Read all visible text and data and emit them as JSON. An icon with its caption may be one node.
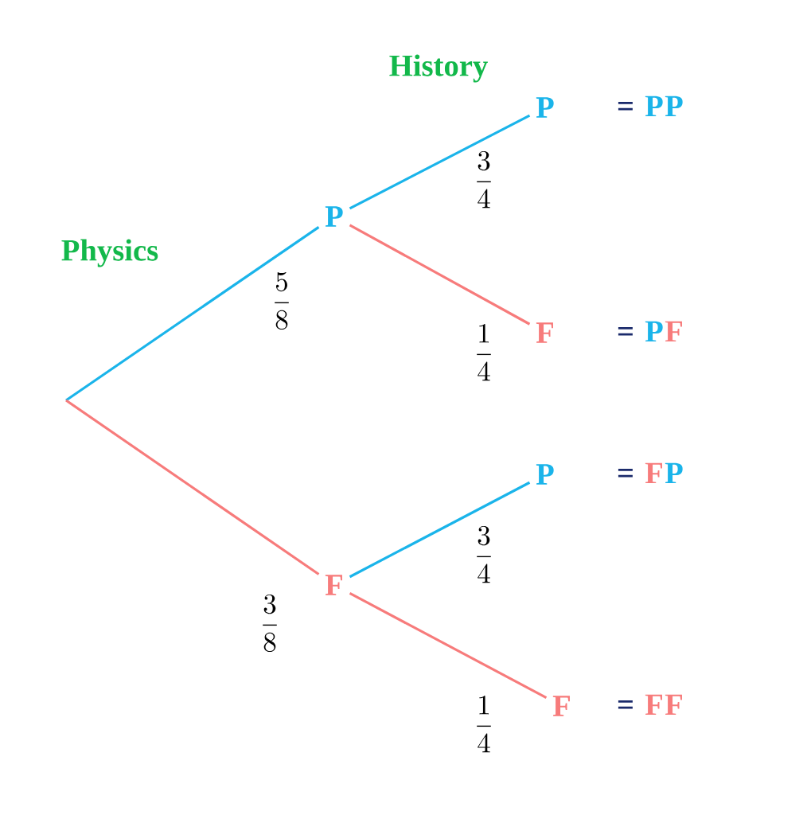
{
  "diagram": {
    "nodes": [
      {
        "text": [
          "P"
        ]
      },
      {
        "text": [
          "F"
        ]
      },
      {
        "text": [
          "P"
        ],
        "beside": [
          "=",
          "P",
          "P"
        ]
      },
      {
        "text": [
          "F"
        ],
        "beside": [
          "=",
          "P",
          "F"
        ]
      },
      {
        "text": [
          "P"
        ],
        "beside": [
          "=",
          "F",
          "P"
        ]
      },
      {
        "text": [
          "F"
        ],
        "beside": [
          "=",
          "F",
          "F"
        ]
      }
    ],
    "edges": [
      {
        "from": null,
        "to": 0,
        "arrow": "none",
        "label": "\\frac{5}{8}",
        "color": "#1ab4ea"
      },
      {
        "from": null,
        "to": 1,
        "arrow": "none",
        "label": "\\frac{3}{8}",
        "color": "#f77b7b"
      },
      {
        "from": 0,
        "to": 2,
        "arrow": "none",
        "label": "\\frac{3}{4}",
        "color": "#1ab4ea"
      },
      {
        "from": 0,
        "to": 3,
        "arrow": "none",
        "label": "\\frac{1}{4}",
        "color": "#f77b7b"
      },
      {
        "from": 1,
        "to": 4,
        "arrow": "none",
        "label": "\\frac{3}{4}",
        "color": "#1ab4ea"
      },
      {
        "from": 1,
        "to": 5,
        "arrow": "none",
        "label": "\\frac{1}{4}",
        "color": "#f77b7b"
      }
    ],
    "labels": [
      "History",
      "Physics"
    ]
  }
}
